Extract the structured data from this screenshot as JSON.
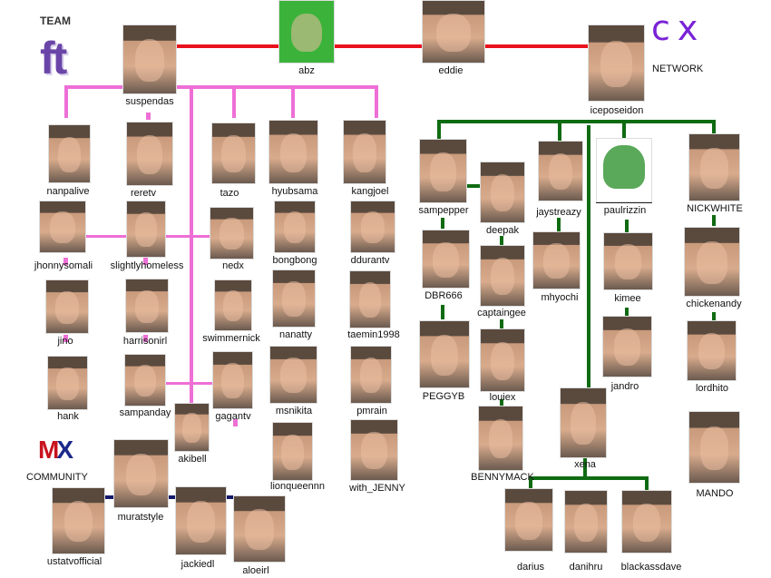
{
  "logos": {
    "team_ft": {
      "team": "TEAM",
      "mark": "ft"
    },
    "cx_network": {
      "mark": "cx",
      "label": "NETWORK"
    },
    "mx_community": {
      "mark_m": "M",
      "mark_x": "X",
      "label": "COMMUNITY"
    }
  },
  "colors": {
    "top_line": "#e8131b",
    "team_ft": "#ee6fd6",
    "cx_network": "#0f6b12",
    "mx_community": "#14196b"
  },
  "people": {
    "suspendas": "suspendas",
    "abz": "abz",
    "eddie": "eddie",
    "iceposeidon": "iceposeidon",
    "nanpalive": "nanpalive",
    "reretv": "reretv",
    "tazo": "tazo",
    "hyubsama": "hyubsama",
    "kangjoel": "kangjoel",
    "jhonnysomali": "jhonnysomali",
    "slightlyhomeless": "slightlyhomeless",
    "nedx": "nedx",
    "bongbong": "bongbong",
    "ddurantv": "ddurantv",
    "jino": "jino",
    "harrisonirl": "harrisonirl",
    "swimmernick": "swimmernick",
    "nanatty": "nanatty",
    "taemin1998": "taemin1998",
    "hank": "hank",
    "sampanday": "sampanday",
    "gagantv": "gagantv",
    "msnikita": "msnikita",
    "pmrain": "pmrain",
    "akibell": "akibell",
    "lionqueennn": "lionqueennn",
    "with_JENNY": "with_JENNY",
    "muratstyle": "muratstyle",
    "ustatvofficial": "ustatvofficial",
    "jackiedl": "jackiedl",
    "aloeirl": "aloeirl",
    "sampepper": "sampepper",
    "deepak": "deepak",
    "jaystreazy": "jaystreazy",
    "paulrizzin": "paulrizzin",
    "NICKWHITE": "NICKWHITE",
    "DBR666": "DBR666",
    "captaingee": "captaingee",
    "mhyochi": "mhyochi",
    "kimee": "kimee",
    "chickenandy": "chickenandy",
    "PEGGYB": "PEGGYB",
    "louiex": "louiex",
    "jandro": "jandro",
    "lordhito": "lordhito",
    "BENNYMACK": "BENNYMACK",
    "xena": "xena",
    "MANDO": "MANDO",
    "darius": "darius",
    "danihru": "danihru",
    "blackassdave": "blackassdave"
  }
}
